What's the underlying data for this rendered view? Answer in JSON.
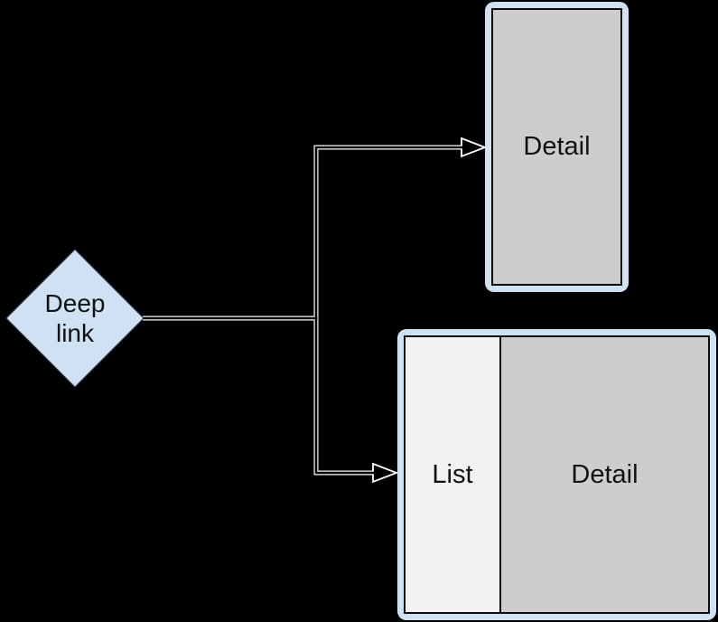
{
  "diagram": {
    "title": "deep-link navigation diagram",
    "deep_link": {
      "label": "Deep link",
      "shape": "diamond"
    },
    "phone_destination": {
      "label": "Detail",
      "device": "phone"
    },
    "tablet_destination": {
      "list_label": "List",
      "detail_label": "Detail",
      "device": "tablet"
    },
    "colors": {
      "background": "#000000",
      "shape_fill_blue": "#cfe2f3",
      "detail_pane_gray": "#cdcdcd",
      "list_pane_gray": "#f2f2f2",
      "inner_border": "#0d0d0d",
      "connector_casing": "#ffffff",
      "connector_core": "#000000",
      "text": "#111111"
    }
  }
}
